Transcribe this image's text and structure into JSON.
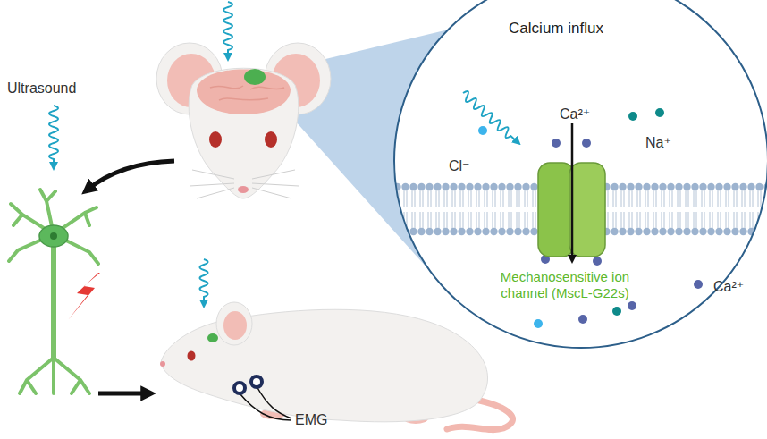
{
  "diagram": {
    "nodes": [
      {
        "text": [
          "Calcium influx"
        ]
      },
      {
        "text": [
          "Mechanosensitive ion channel (MscL-G22s)"
        ],
        "in": 0
      }
    ],
    "labels": [
      "Ultrasound",
      "Cl⁻",
      "Ca²⁺",
      "Na⁺",
      "Ca²⁺",
      "EMG"
    ]
  }
}
